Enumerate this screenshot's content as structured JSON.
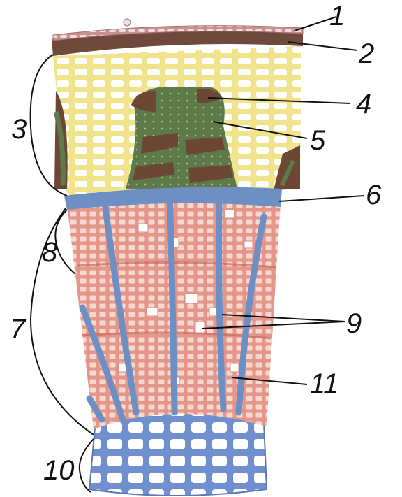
{
  "colors": {
    "cork": "#c89090",
    "bark_band": "#6f4a3c",
    "cortex": "#efe38c",
    "cortex_cell": "#ffffff",
    "phloem_dark": "#6c4734",
    "phloem_green": "#5f7a4a",
    "cambium": "#6e8fc4",
    "wood": "#e49688",
    "wood_cell": "#f7d8d0",
    "pith": "#6f8fcf",
    "pith_cell": "#ffffff",
    "line": "#111111"
  },
  "labels": [
    {
      "id": "1",
      "text": "1",
      "part": "epidermis"
    },
    {
      "id": "2",
      "text": "2",
      "part": "cork"
    },
    {
      "id": "3",
      "text": "3",
      "part": "bark"
    },
    {
      "id": "4",
      "text": "4",
      "part": "sclerenchyma"
    },
    {
      "id": "5",
      "text": "5",
      "part": "phloem"
    },
    {
      "id": "6",
      "text": "6",
      "part": "cambium"
    },
    {
      "id": "7",
      "text": "7",
      "part": "wood"
    },
    {
      "id": "8",
      "text": "8",
      "part": "annual-ring"
    },
    {
      "id": "9",
      "text": "9",
      "part": "vessels"
    },
    {
      "id": "10",
      "text": "10",
      "part": "pith"
    },
    {
      "id": "11",
      "text": "11",
      "part": "medullary-ray"
    }
  ]
}
